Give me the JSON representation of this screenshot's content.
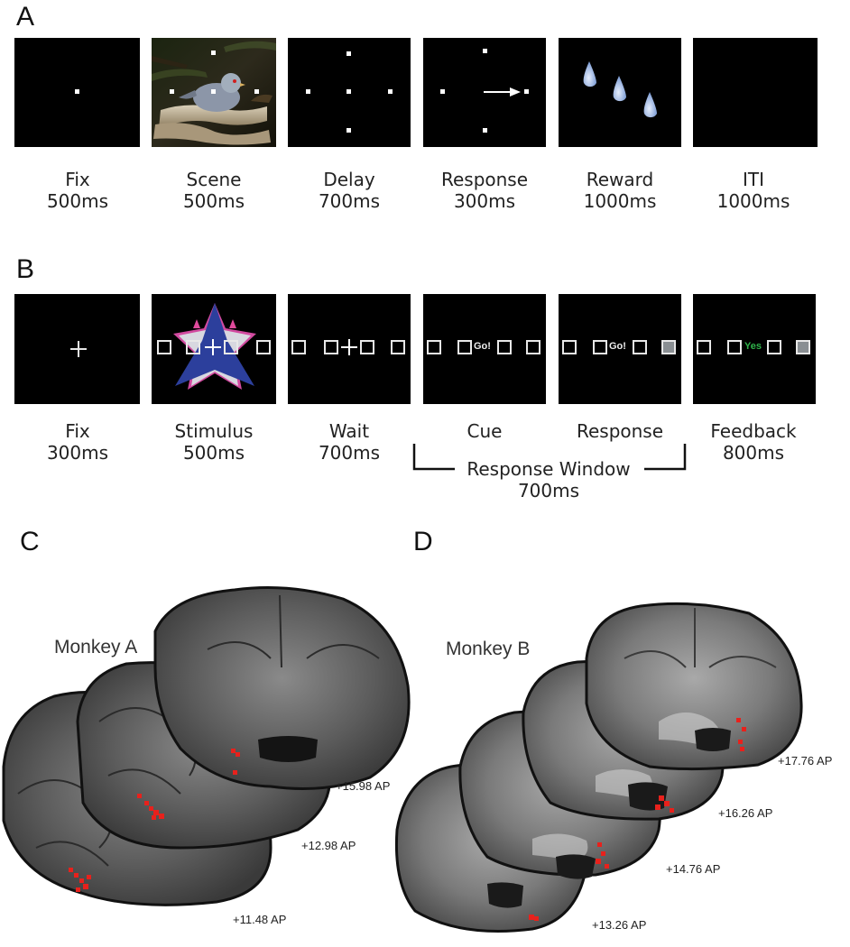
{
  "panels": {
    "a": {
      "letter": "A",
      "frames": [
        {
          "name": "Fix",
          "duration": "500ms"
        },
        {
          "name": "Scene",
          "duration": "500ms"
        },
        {
          "name": "Delay",
          "duration": "700ms"
        },
        {
          "name": "Response",
          "duration": "300ms"
        },
        {
          "name": "Reward",
          "duration": "1000ms"
        },
        {
          "name": "ITI",
          "duration": "1000ms"
        }
      ]
    },
    "b": {
      "letter": "B",
      "frames": [
        {
          "name": "Fix",
          "duration": "300ms"
        },
        {
          "name": "Stimulus",
          "duration": "500ms"
        },
        {
          "name": "Wait",
          "duration": "700ms"
        },
        {
          "name": "Cue",
          "duration": ""
        },
        {
          "name": "Response",
          "duration": ""
        },
        {
          "name": "Feedback",
          "duration": "800ms"
        }
      ],
      "go_text": "Go!",
      "yes_text": "Yes",
      "response_window": {
        "label": "Response Window",
        "duration": "700ms"
      }
    },
    "c": {
      "letter": "C",
      "monkey": "Monkey A",
      "slices": [
        "+15.98 AP",
        "+12.98 AP",
        "+11.48 AP"
      ]
    },
    "d": {
      "letter": "D",
      "monkey": "Monkey B",
      "slices": [
        "+17.76 AP",
        "+16.26 AP",
        "+14.76 AP",
        "+13.26 AP"
      ]
    }
  },
  "colors": {
    "frame": "#000000",
    "fixation": "#ffffff",
    "droplet": "#9fb8e0",
    "star_blue": "#2c3f9c",
    "star_pink": "#d24aa0",
    "go_green": "#2fb34a",
    "activation": "#e8211c"
  }
}
